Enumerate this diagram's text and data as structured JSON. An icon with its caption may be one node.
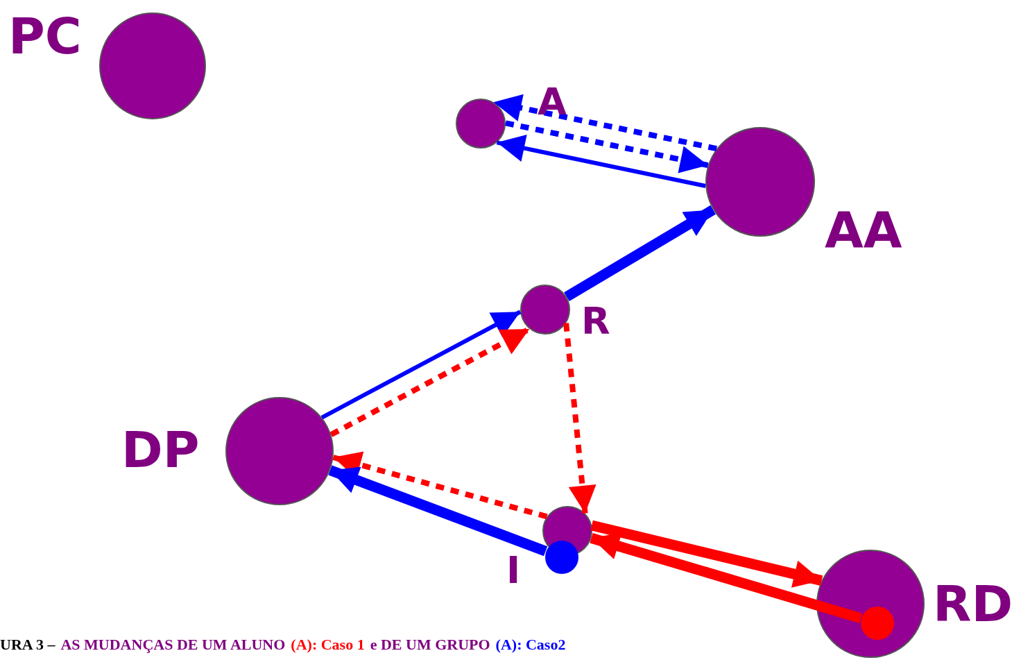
{
  "diagram": {
    "nodes": [
      {
        "text": [
          "PC"
        ]
      },
      {
        "text": [
          "A"
        ]
      },
      {
        "text": [
          "AA"
        ]
      },
      {
        "text": [
          "R"
        ]
      },
      {
        "text": [
          "DP"
        ]
      },
      {
        "text": [
          "I"
        ]
      },
      {
        "text": [
          "RD"
        ]
      },
      {
        "text": [],
        "shape": "circle"
      },
      {
        "text": [],
        "shape": "circle",
        "in": 6
      }
    ],
    "edges": [
      {
        "from": 2,
        "to": 1,
        "arrow": "to",
        "style": "dashed"
      },
      {
        "from": 1,
        "to": 2,
        "arrow": "to",
        "style": "dashed"
      },
      {
        "from": 2,
        "to": 1,
        "arrow": "to"
      },
      {
        "from": 3,
        "to": 2,
        "arrow": "to",
        "style": "thick"
      },
      {
        "from": 4,
        "to": 3,
        "arrow": "to"
      },
      {
        "from": 4,
        "to": 3,
        "arrow": "to",
        "style": "dashed",
        "color": "#ff0000"
      },
      {
        "from": 3,
        "to": 5,
        "arrow": "to",
        "style": "dashed",
        "color": "#ff0000"
      },
      {
        "from": 5,
        "to": 4,
        "arrow": "to",
        "style": "dashed",
        "color": "#ff0000"
      },
      {
        "from": 7,
        "to": 4,
        "arrow": "to",
        "style": "thick"
      },
      {
        "from": 5,
        "to": 6,
        "arrow": "to",
        "style": "thick",
        "color": "#ff0000"
      },
      {
        "from": 8,
        "to": 5,
        "arrow": "to",
        "style": "thick",
        "color": "#ff0000"
      }
    ],
    "labels": [
      "URA 3 –",
      "AS MUDANÇAS DE UM ALUNO",
      "(A): Caso 1",
      "e DE UM GRUPO",
      "(A): Caso2"
    ]
  }
}
